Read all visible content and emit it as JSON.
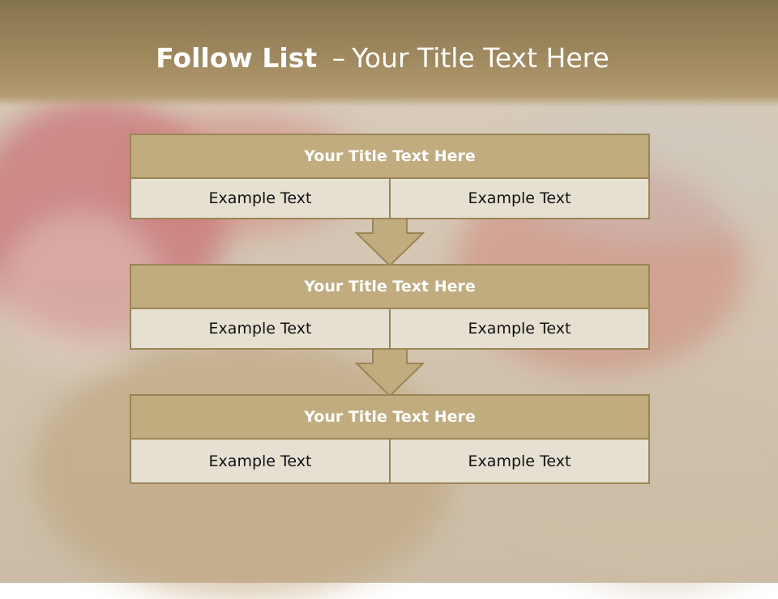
{
  "title": {
    "bold": "Follow List",
    "separator": "–",
    "rest": "Your Title Text Here"
  },
  "colors": {
    "header_fill": "#c1ac7f",
    "border": "#9a8557",
    "row_fill": "#e6e0d3",
    "arrow_fill": "#c1ac7f"
  },
  "steps": [
    {
      "title": "Your Title Text Here",
      "cells": [
        "Example Text",
        "Example Text"
      ]
    },
    {
      "title": "Your Title Text Here",
      "cells": [
        "Example Text",
        "Example Text"
      ]
    },
    {
      "title": "Your Title Text Here",
      "cells": [
        "Example Text",
        "Example Text"
      ]
    }
  ],
  "connectors": [
    "down-arrow",
    "down-arrow"
  ]
}
